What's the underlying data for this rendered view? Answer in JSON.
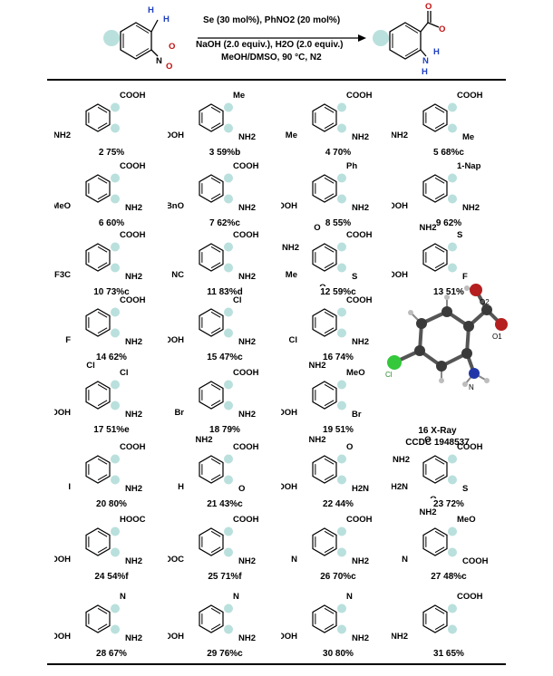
{
  "scheme": {
    "reagents_line1": "Se (30 mol%), PhNO2 (20 mol%)",
    "reagents_line2": "NaOH (2.0 equiv.), H2O (2.0 equiv.)",
    "reagents_line3": "MeOH/DMSO, 90 °C, N2",
    "sm_labels": [
      "H",
      "H",
      "N",
      "O",
      "O"
    ],
    "product_labels": [
      "O",
      "O",
      "N",
      "H",
      "H"
    ]
  },
  "entries": [
    {
      "id": "2",
      "text": "2  75%",
      "groups": [
        "COOH",
        "NH2"
      ]
    },
    {
      "id": "3",
      "text": "3  59%b",
      "groups": [
        "Me",
        "COOH",
        "NH2"
      ]
    },
    {
      "id": "4",
      "text": "4  70%",
      "groups": [
        "COOH",
        "Me",
        "NH2"
      ]
    },
    {
      "id": "5",
      "text": "5  68%c",
      "groups": [
        "COOH",
        "NH2",
        "Me"
      ]
    },
    {
      "id": "6",
      "text": "6  60%",
      "groups": [
        "COOH",
        "MeO",
        "NH2"
      ]
    },
    {
      "id": "7",
      "text": "7  62%c",
      "groups": [
        "COOH",
        "BnO",
        "NH2"
      ]
    },
    {
      "id": "8",
      "text": "8  55%",
      "groups": [
        "Ph",
        "COOH",
        "NH2"
      ]
    },
    {
      "id": "9",
      "text": "9  62%",
      "groups": [
        "1-Nap",
        "COOH",
        "NH2"
      ]
    },
    {
      "id": "10",
      "text": "10  73%c",
      "groups": [
        "COOH",
        "F3C",
        "NH2"
      ]
    },
    {
      "id": "11",
      "text": "11  83%d",
      "groups": [
        "COOH",
        "NC",
        "NH2"
      ]
    },
    {
      "id": "12",
      "text": "12  59%c",
      "groups": [
        "COOH",
        "Me",
        "S",
        "O",
        "O",
        "NH2"
      ]
    },
    {
      "id": "13",
      "text": "13  51%",
      "groups": [
        "S",
        "COOH",
        "F",
        "NH2"
      ]
    },
    {
      "id": "14",
      "text": "14  62%",
      "groups": [
        "COOH",
        "F",
        "NH2"
      ]
    },
    {
      "id": "15",
      "text": "15  47%c",
      "groups": [
        "Cl",
        "COOH",
        "NH2"
      ]
    },
    {
      "id": "16",
      "text": "16  74%",
      "groups": [
        "COOH",
        "Cl",
        "NH2"
      ]
    },
    {
      "id": "17",
      "text": "17  51%e",
      "groups": [
        "Cl",
        "COOH",
        "NH2",
        "Cl"
      ]
    },
    {
      "id": "18",
      "text": "18  79%",
      "groups": [
        "COOH",
        "Br",
        "NH2"
      ]
    },
    {
      "id": "19",
      "text": "19  51%",
      "groups": [
        "MeO",
        "COOH",
        "Br",
        "NH2"
      ]
    },
    {
      "id": "20",
      "text": "20  80%",
      "groups": [
        "COOH",
        "I",
        "NH2"
      ]
    },
    {
      "id": "21",
      "text": "21  43%c",
      "groups": [
        "COOH",
        "H",
        "O",
        "NH2"
      ]
    },
    {
      "id": "22",
      "text": "22  44%",
      "groups": [
        "O",
        "COOH",
        "H2N",
        "NH2"
      ]
    },
    {
      "id": "23",
      "text": "23  72%",
      "groups": [
        "COOH",
        "H2N",
        "S",
        "O",
        "O",
        "NH2"
      ]
    },
    {
      "id": "24",
      "text": "24  54%f",
      "groups": [
        "HOOC",
        "COOH",
        "NH2"
      ]
    },
    {
      "id": "25",
      "text": "25  71%f",
      "groups": [
        "COOH",
        "HOOC",
        "NH2"
      ]
    },
    {
      "id": "26",
      "text": "26  70%c",
      "groups": [
        "COOH",
        "N",
        "NH2"
      ]
    },
    {
      "id": "27",
      "text": "27  48%c",
      "groups": [
        "MeO",
        "N",
        "COOH",
        "NH2"
      ]
    },
    {
      "id": "28",
      "text": "28  67%",
      "groups": [
        "N",
        "COOH",
        "NH2"
      ]
    },
    {
      "id": "29",
      "text": "29  76%c",
      "groups": [
        "N",
        "COOH",
        "NH2"
      ]
    },
    {
      "id": "30",
      "text": "30  80%",
      "groups": [
        "N",
        "COOH",
        "NH2"
      ]
    },
    {
      "id": "31",
      "text": "31  65%",
      "groups": [
        "COOH",
        "NH2"
      ]
    }
  ],
  "xray": {
    "atoms": [
      "O2",
      "O1",
      "Cl",
      "N"
    ],
    "caption1": "16  X-Ray",
    "caption2": "CCDC 1948537"
  },
  "colors": {
    "ring_tint": "#b9e0dd",
    "oxygen": "#b51f1f",
    "chlorine": "#34c83a",
    "nitrogen": "#2036a8",
    "carbon": "#3a3a3a"
  }
}
